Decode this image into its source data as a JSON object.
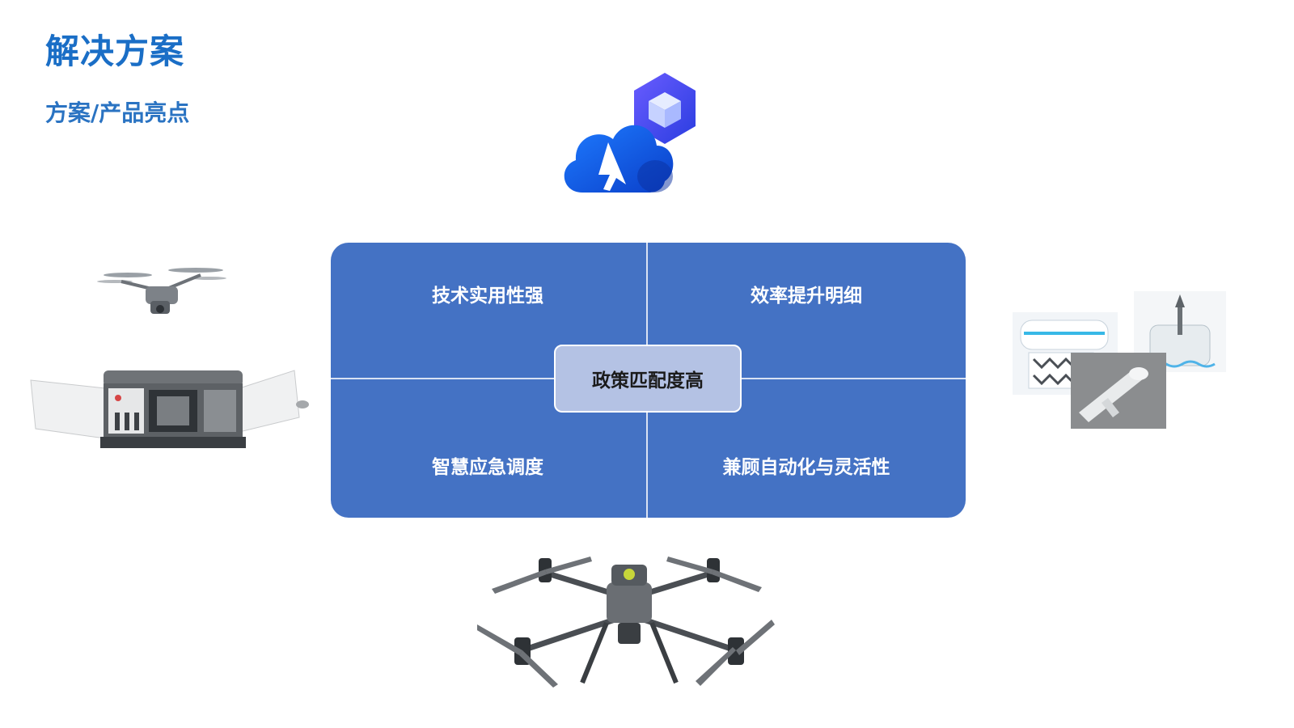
{
  "header": {
    "title": "解决方案",
    "subtitle": "方案/产品亮点"
  },
  "board": {
    "top_left": "技术实用性强",
    "top_right": "效率提升明细",
    "bottom_left": "智慧应急调度",
    "bottom_right": "兼顾自动化与灵活性",
    "center": "政策匹配度高"
  },
  "colors": {
    "title": "#1a6ec6",
    "board": "#4472c4",
    "center_box": "#b4c2e4"
  },
  "icons": [
    "cloud-platform-icon",
    "small-drone-image",
    "drone-dock-image",
    "sensor-devices-image",
    "large-drone-image"
  ]
}
